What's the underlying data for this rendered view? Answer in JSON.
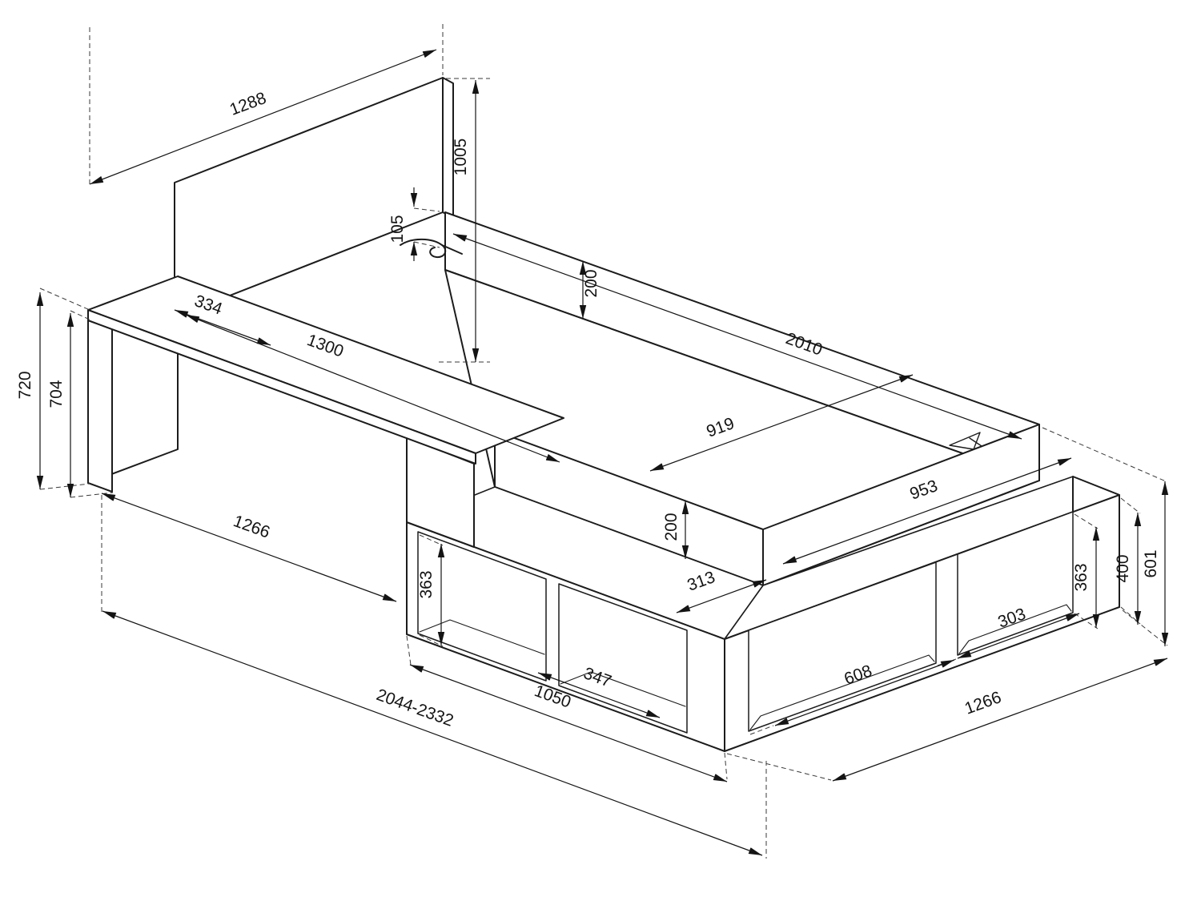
{
  "page": {
    "background": "#ffffff",
    "line_color": "#1c1c1c",
    "dimension_color": "#141414"
  },
  "drawing": {
    "type": "isometric-furniture-dimension-diagram",
    "subject": "bed with headboard, wall hook, side desk and under-bed storage cubbies",
    "units": "mm",
    "dimensions": {
      "headboard_width": "1288",
      "headboard_height": "1005",
      "hook_offset": "105",
      "back_rail_height": "200",
      "desk_setback": "334",
      "desk_length": "1300",
      "bed_inner_length": "2010",
      "bed_inner_width": "919",
      "desk_height": "720",
      "desk_clearance": "704",
      "desk_span": "1266",
      "left_cubby_height": "363",
      "front_rail_height": "200",
      "ledge_depth": "313",
      "bed_outer_width": "953",
      "left_cubby_width": "347",
      "front_storage_length": "1050",
      "overall_length": "2044-2332",
      "foot_cubby_width_large": "608",
      "foot_storage_length": "1266",
      "foot_cubby_width_small": "303",
      "foot_cubby_height": "363",
      "platform_height": "400",
      "foot_total_height": "601"
    }
  }
}
